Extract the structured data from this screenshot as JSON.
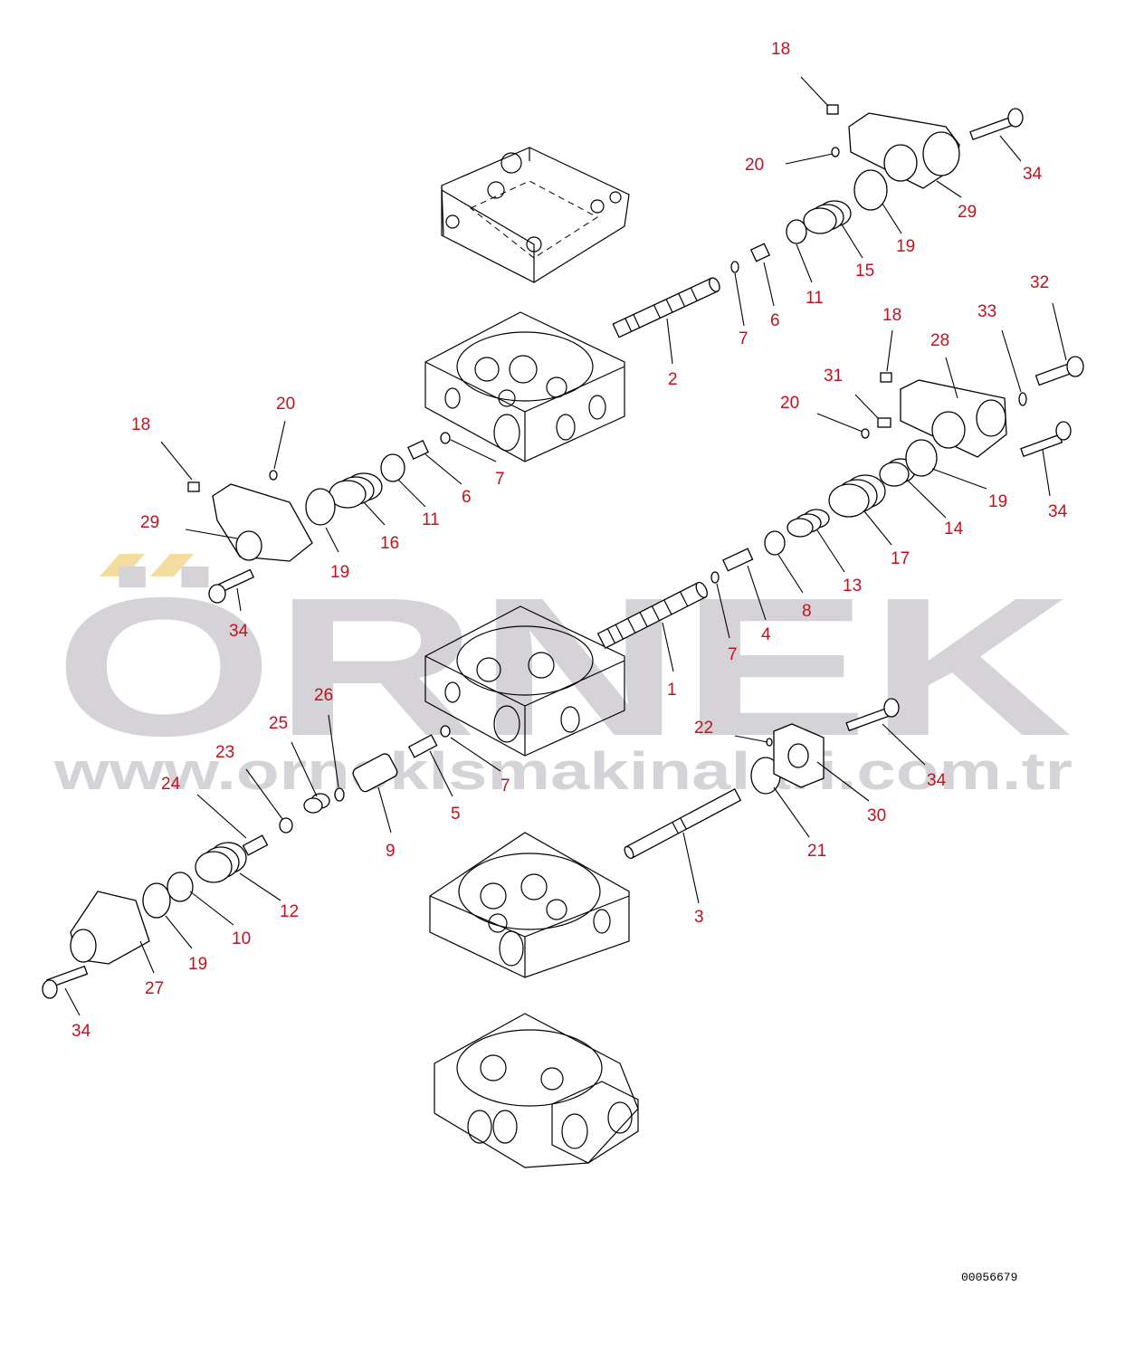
{
  "watermark": {
    "brand": "ÖRNEK",
    "url": "www.orneklsmakinalari.com.tr",
    "colors": {
      "text": "#d6d3d8",
      "accent": "#f3dc9e"
    }
  },
  "drawing_code": "00056679",
  "label_color": "#c1121f",
  "labels": [
    {
      "id": "p18a",
      "text": "18"
    },
    {
      "id": "p20a",
      "text": "20"
    },
    {
      "id": "p34a",
      "text": "34"
    },
    {
      "id": "p29a",
      "text": "29"
    },
    {
      "id": "p19a",
      "text": "19"
    },
    {
      "id": "p15",
      "text": "15"
    },
    {
      "id": "p11a",
      "text": "11"
    },
    {
      "id": "p6a",
      "text": "6"
    },
    {
      "id": "p7a",
      "text": "7"
    },
    {
      "id": "p2",
      "text": "2"
    },
    {
      "id": "p32",
      "text": "32"
    },
    {
      "id": "p18b",
      "text": "18"
    },
    {
      "id": "p33",
      "text": "33"
    },
    {
      "id": "p28",
      "text": "28"
    },
    {
      "id": "p31",
      "text": "31"
    },
    {
      "id": "p20b",
      "text": "20"
    },
    {
      "id": "p19b",
      "text": "19"
    },
    {
      "id": "p34b",
      "text": "34"
    },
    {
      "id": "p14",
      "text": "14"
    },
    {
      "id": "p17",
      "text": "17"
    },
    {
      "id": "p13",
      "text": "13"
    },
    {
      "id": "p8",
      "text": "8"
    },
    {
      "id": "p4",
      "text": "4"
    },
    {
      "id": "p7b",
      "text": "7"
    },
    {
      "id": "p1",
      "text": "1"
    },
    {
      "id": "p18c",
      "text": "18"
    },
    {
      "id": "p20c",
      "text": "20"
    },
    {
      "id": "p29b",
      "text": "29"
    },
    {
      "id": "p34c",
      "text": "34"
    },
    {
      "id": "p19c",
      "text": "19"
    },
    {
      "id": "p16",
      "text": "16"
    },
    {
      "id": "p11b",
      "text": "11"
    },
    {
      "id": "p6b",
      "text": "6"
    },
    {
      "id": "p7c",
      "text": "7"
    },
    {
      "id": "p26",
      "text": "26"
    },
    {
      "id": "p25",
      "text": "25"
    },
    {
      "id": "p23",
      "text": "23"
    },
    {
      "id": "p24",
      "text": "24"
    },
    {
      "id": "p9",
      "text": "9"
    },
    {
      "id": "p5",
      "text": "5"
    },
    {
      "id": "p7d",
      "text": "7"
    },
    {
      "id": "p22",
      "text": "22"
    },
    {
      "id": "p34d",
      "text": "34"
    },
    {
      "id": "p30",
      "text": "30"
    },
    {
      "id": "p21",
      "text": "21"
    },
    {
      "id": "p3",
      "text": "3"
    },
    {
      "id": "p12",
      "text": "12"
    },
    {
      "id": "p10",
      "text": "10"
    },
    {
      "id": "p19d",
      "text": "19"
    },
    {
      "id": "p27",
      "text": "27"
    },
    {
      "id": "p34e",
      "text": "34"
    }
  ]
}
